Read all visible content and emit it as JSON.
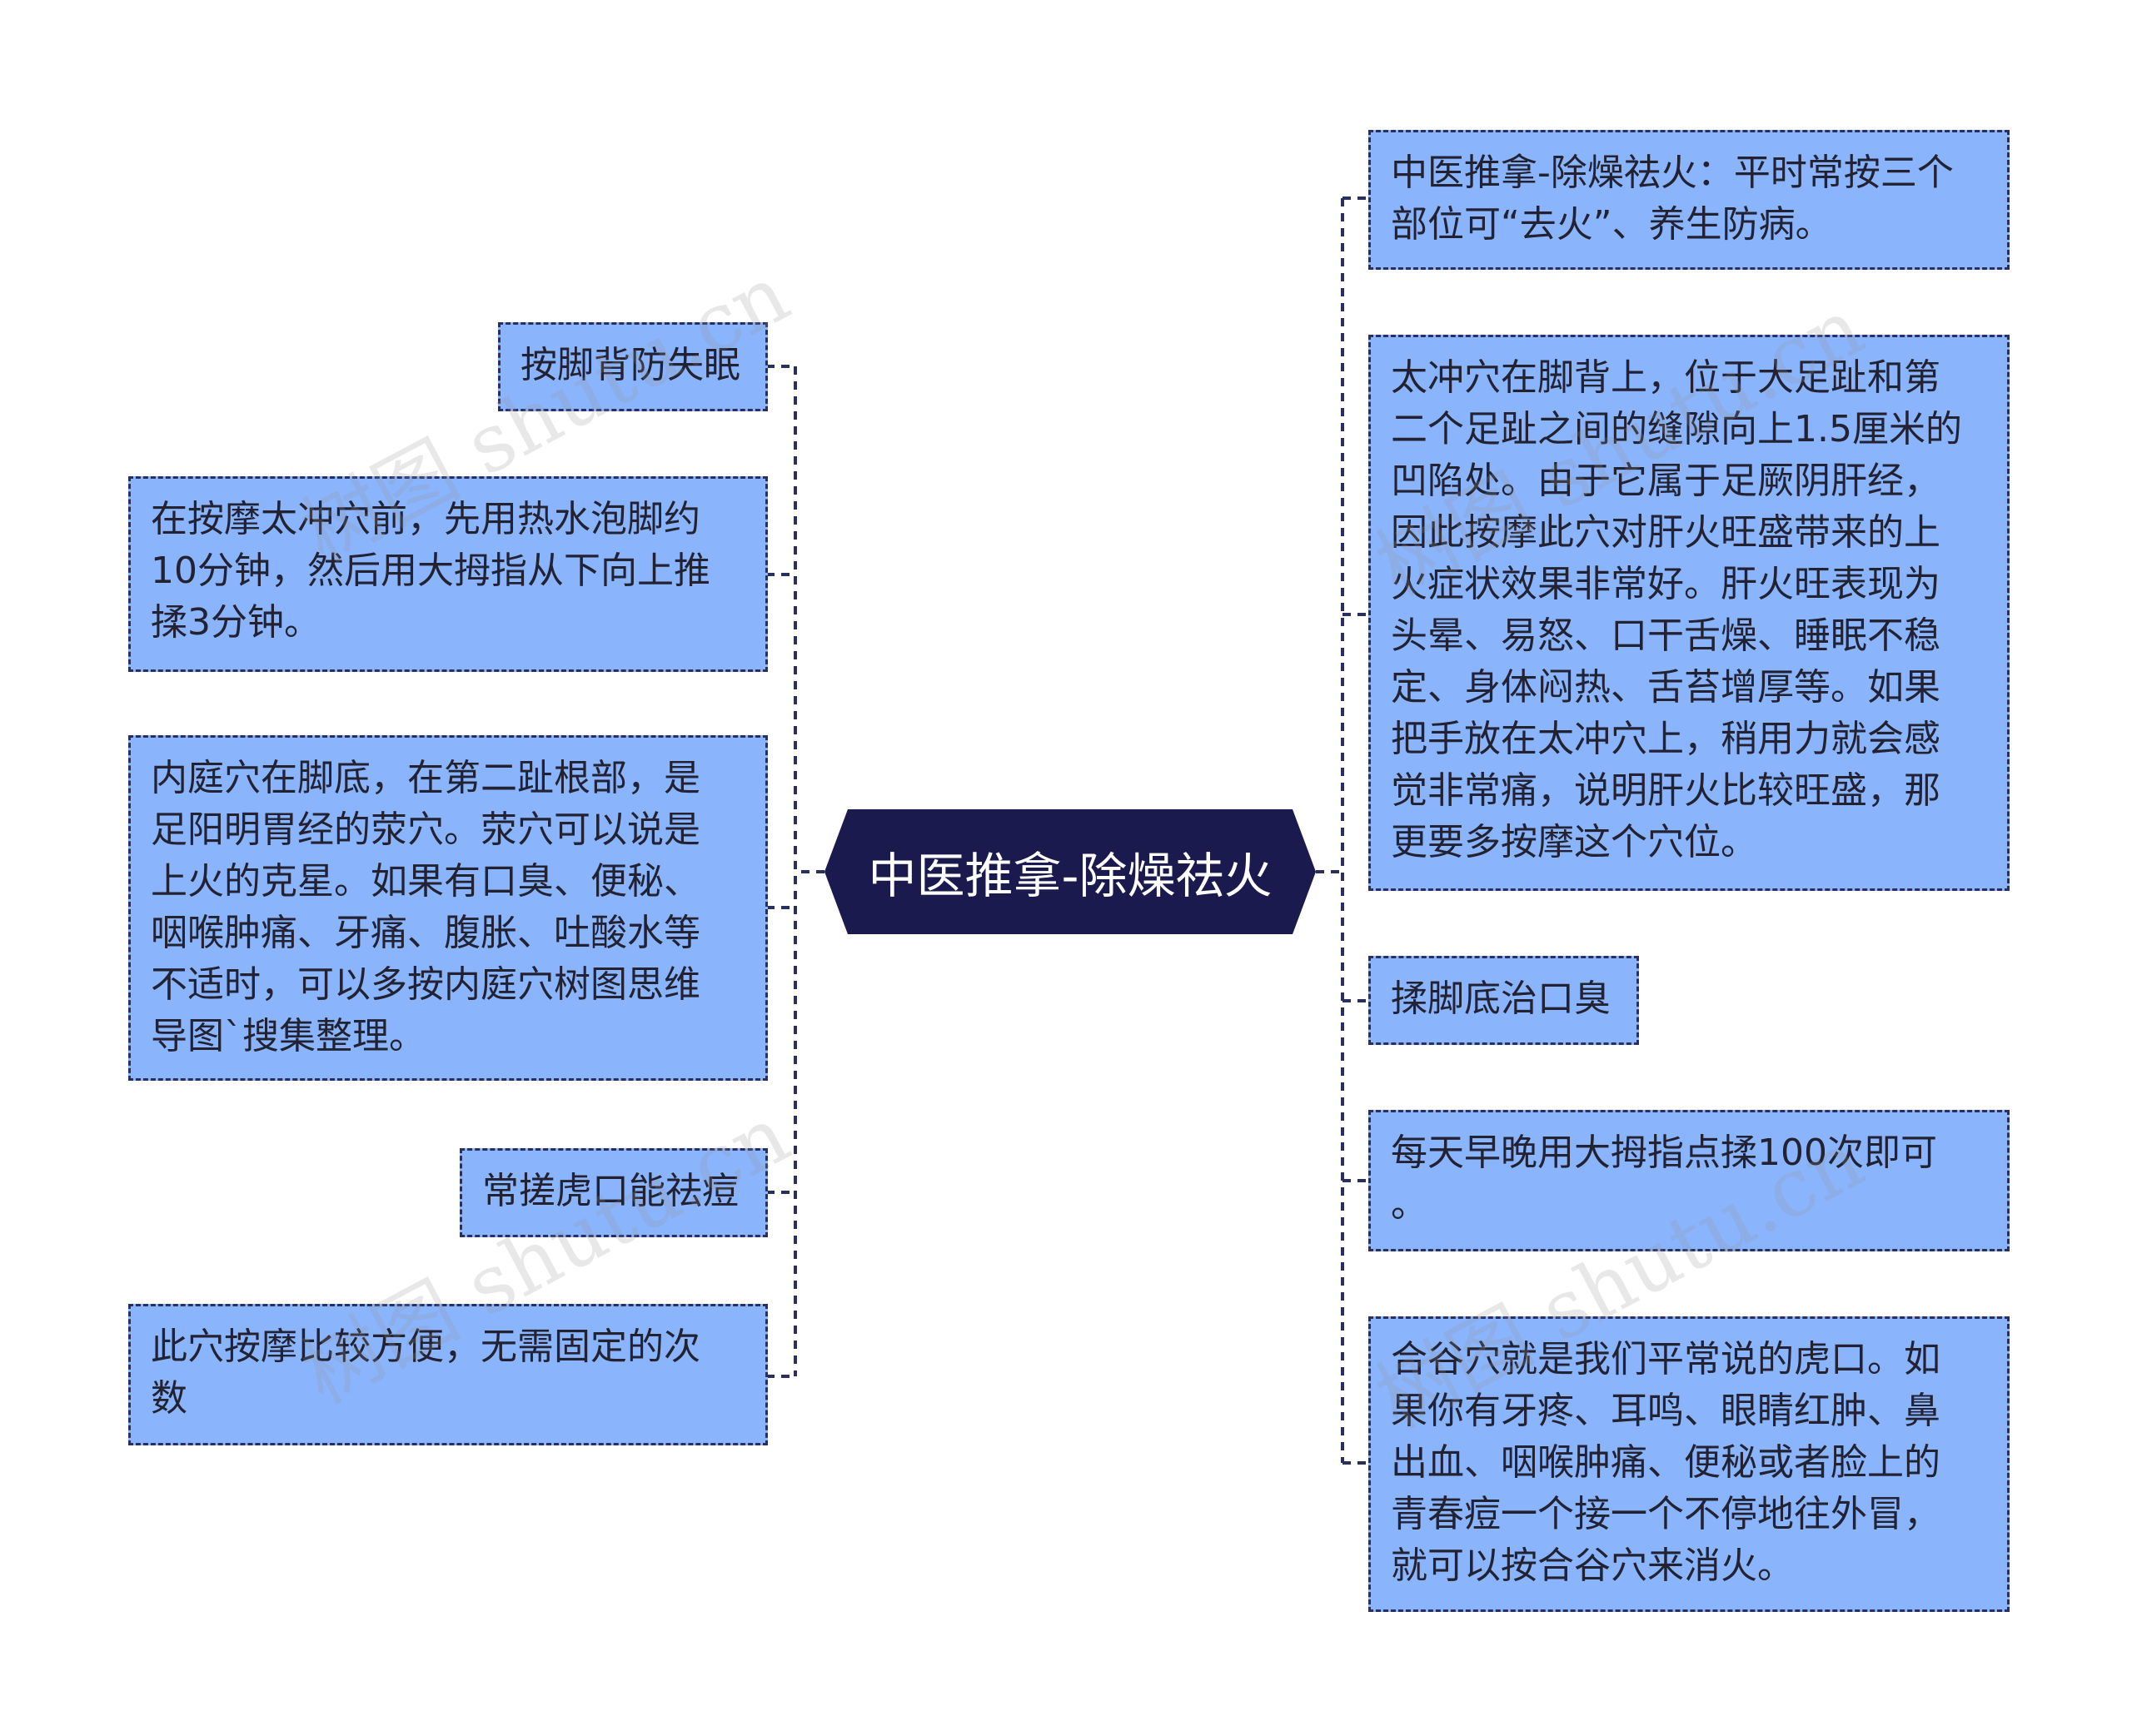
{
  "root": {
    "label": "中医推拿-除燥祛火"
  },
  "left_nodes": [
    {
      "text": "按脚背防失眠"
    },
    {
      "text": "在按摩太冲穴前，先用热水泡脚约\n10分钟，然后用大拇指从下向上推\n揉3分钟。"
    },
    {
      "text": "内庭穴在脚底，在第二趾根部，是\n足阳明胃经的荥穴。荥穴可以说是\n上火的克星。如果有口臭、便秘、\n咽喉肿痛、牙痛、腹胀、吐酸水等\n不适时，可以多按内庭穴树图思维\n导图`搜集整理。"
    },
    {
      "text": "常搓虎口能祛痘"
    },
    {
      "text": "此穴按摩比较方便，无需固定的次\n数"
    }
  ],
  "right_nodes": [
    {
      "text": "中医推拿-除燥祛火：平时常按三个\n部位可“去火”、养生防病。"
    },
    {
      "text": "太冲穴在脚背上，位于大足趾和第\n二个足趾之间的缝隙向上1.5厘米的\n凹陷处。由于它属于足厥阴肝经，\n因此按摩此穴对肝火旺盛带来的上\n火症状效果非常好。肝火旺表现为\n头晕、易怒、口干舌燥、睡眠不稳\n定、身体闷热、舌苔增厚等。如果\n把手放在太冲穴上，稍用力就会感\n觉非常痛，说明肝火比较旺盛，那\n更要多按摩这个穴位。"
    },
    {
      "text": "揉脚底治口臭"
    },
    {
      "text": "每天早晚用大拇指点揉100次即可\n。"
    },
    {
      "text": "合谷穴就是我们平常说的虎口。如\n果你有牙疼、耳鸣、眼睛红肿、鼻\n出血、咽喉肿痛、便秘或者脸上的\n青春痘一个接一个不停地往外冒，\n就可以按合谷穴来消火。"
    }
  ],
  "watermark": "树图 shutu.cn",
  "colors": {
    "root_bg": "#1b1a4f",
    "node_bg": "#8ab4fb",
    "connector": "#2b2f5e"
  }
}
